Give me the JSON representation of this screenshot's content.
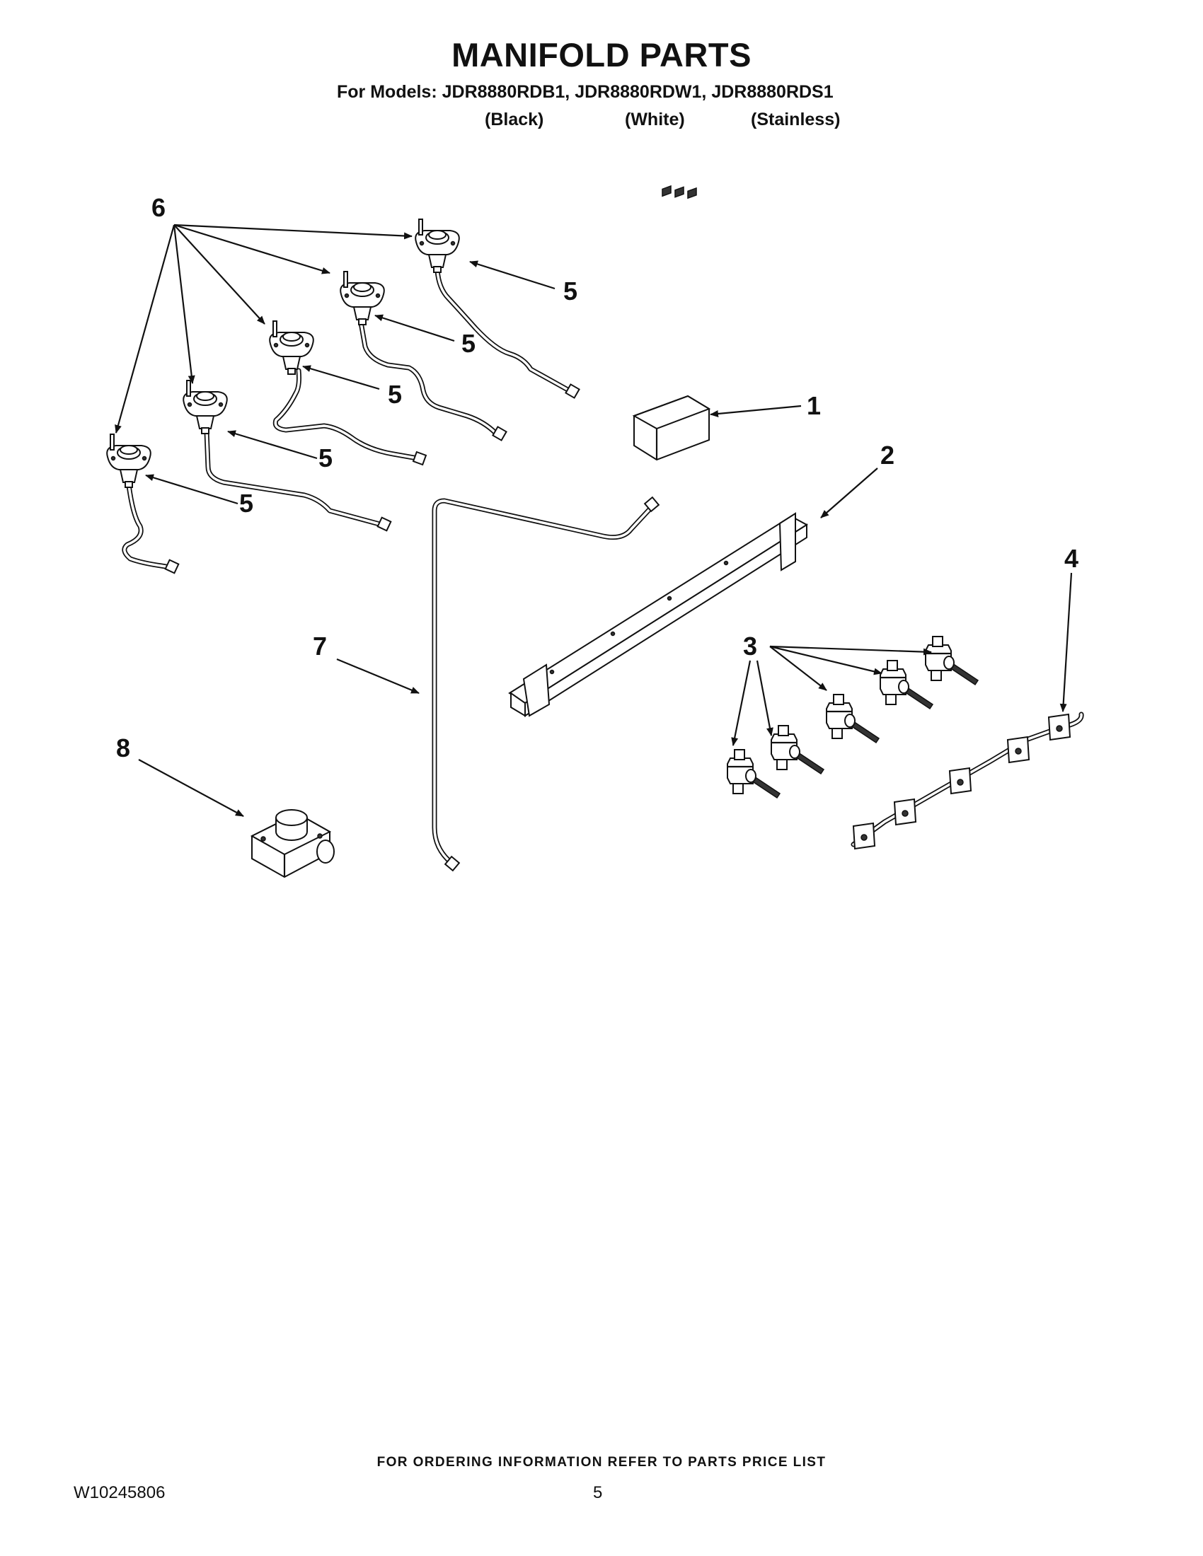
{
  "header": {
    "title": "MANIFOLD PARTS",
    "subtitle": "For Models: JDR8880RDB1, JDR8880RDW1, JDR8880RDS1",
    "variants": [
      "(Black)",
      "(White)",
      "(Stainless)"
    ]
  },
  "callouts": {
    "c1": "1",
    "c2": "2",
    "c3": "3",
    "c4": "4",
    "c5a": "5",
    "c5b": "5",
    "c5c": "5",
    "c5d": "5",
    "c5e": "5",
    "c6": "6",
    "c7": "7",
    "c8": "8"
  },
  "footer": {
    "note": "FOR ORDERING INFORMATION REFER TO PARTS PRICE LIST",
    "doc_number": "W10245806",
    "page_number": "5"
  }
}
